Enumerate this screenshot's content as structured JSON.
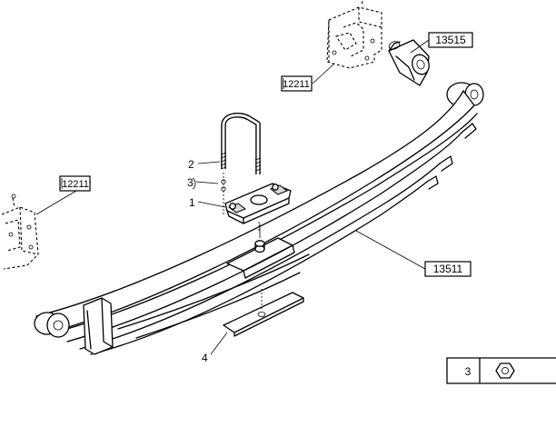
{
  "callouts": {
    "ref_12211_top": "12211",
    "ref_13515": "13515",
    "ref_12211_left": "12211",
    "ref_13511": "13511",
    "item_1": "1",
    "item_2": "2",
    "item_3": "3",
    "item_4": "4"
  },
  "parts_table": {
    "rows": [
      {
        "qty": "3",
        "icon": "hex-nut-icon"
      }
    ]
  }
}
